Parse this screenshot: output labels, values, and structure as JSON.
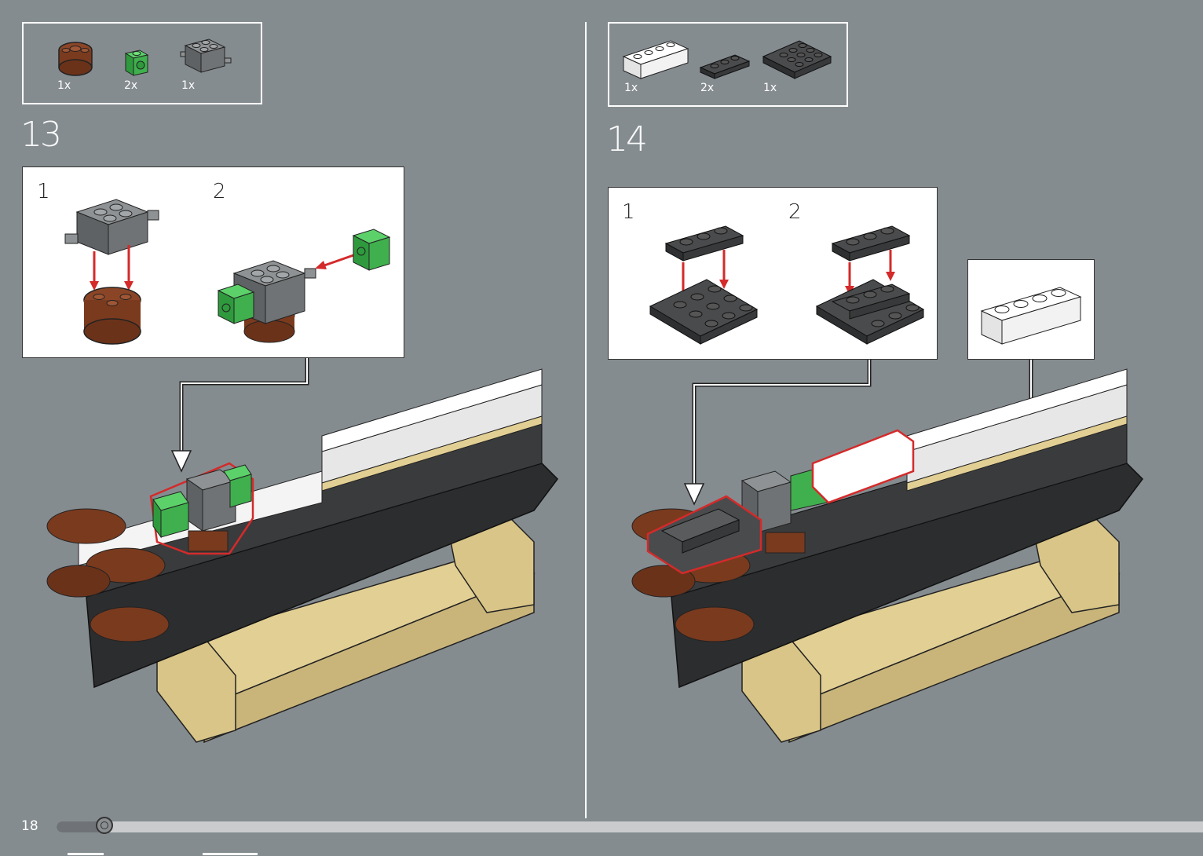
{
  "page_number": "18",
  "progress": {
    "fraction": 0.037
  },
  "left_step": {
    "number": "13",
    "parts": [
      {
        "qty": "1x",
        "color": "#7a3a1e",
        "icon": "brown-round-brick-icon"
      },
      {
        "qty": "2x",
        "color": "#3fb04d",
        "icon": "green-technic-brick-icon"
      },
      {
        "qty": "1x",
        "color": "#707375",
        "icon": "gray-axle-brick-icon"
      }
    ],
    "substeps": [
      {
        "label": "1"
      },
      {
        "label": "2"
      }
    ]
  },
  "right_step": {
    "number": "14",
    "parts": [
      {
        "qty": "1x",
        "color": "#ffffff",
        "icon": "white-brick-1x4-icon"
      },
      {
        "qty": "2x",
        "color": "#2e2f31",
        "icon": "black-plate-1x3-icon"
      },
      {
        "qty": "1x",
        "color": "#3a3b3d",
        "icon": "black-plate-3x3-icon"
      }
    ],
    "substeps": [
      {
        "label": "1"
      },
      {
        "label": "2"
      }
    ]
  },
  "colors": {
    "background": "#858c90",
    "accent_red": "#d42a2a",
    "tan": "#e2cf94",
    "brown": "#7a3a1e",
    "black_brick": "#2c2d2f",
    "white_brick": "#ffffff"
  }
}
